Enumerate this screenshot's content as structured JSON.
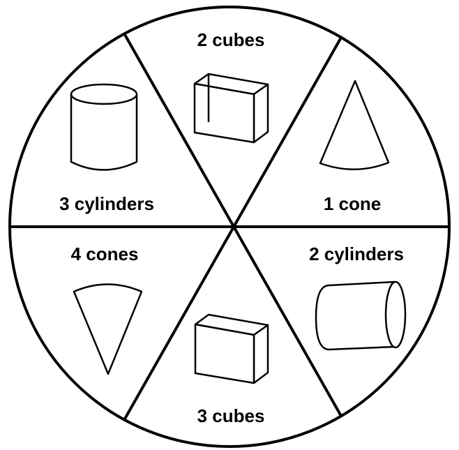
{
  "spinner": {
    "sections": [
      {
        "label": "2 cubes",
        "shape": "cube-icon"
      },
      {
        "label": "1 cone",
        "shape": "cone-icon"
      },
      {
        "label": "2 cylinders",
        "shape": "cylinder-icon"
      },
      {
        "label": "3 cubes",
        "shape": "cube-icon"
      },
      {
        "label": "4 cones",
        "shape": "cone-icon"
      },
      {
        "label": "3 cylinders",
        "shape": "cylinder-icon"
      }
    ]
  }
}
